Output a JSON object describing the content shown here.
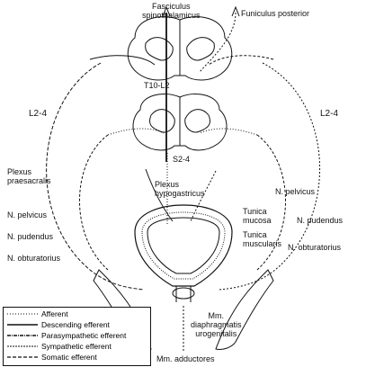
{
  "labels": {
    "fasciculus_spinothalamicus": "Fasciculus\nspinothalamicus",
    "funiculus_posterior": "Funiculus posterior",
    "t10_l2": "T10-L2",
    "l2_4_left": "L2-4",
    "l2_4_right": "L2-4",
    "s2_4": "S2-4",
    "plexus_praesacralis": "Plexus\npraesacralis",
    "plexus_hypogastricus": "Plexus\nhypogastricus",
    "n_pelvicus_left": "N. pelvicus",
    "n_pelvicus_right": "N. pelvicus",
    "tunica_mucosa": "Tunica\nmucosa",
    "tunica_muscularis": "Tunica\nmuscularis",
    "n_pudendus_left": "N. pudendus",
    "n_pudendus_right": "N. pudendus",
    "n_obturatorius_left": "N. obturatorius",
    "n_obturatorius_right": "N. obturatorius",
    "mm_diaphragmatis": "Mm.\ndiaphragmatis\nurogenitalis",
    "mm_adductores": "Mm. adductores"
  },
  "legend": [
    {
      "label": "Afferent",
      "style": "afferent"
    },
    {
      "label": "Descending efferent",
      "style": "descending"
    },
    {
      "label": "Parasympathetic efferent",
      "style": "parasympathetic"
    },
    {
      "label": "Sympathetic efferent",
      "style": "sympathetic"
    },
    {
      "label": "Somatic efferent",
      "style": "somatic"
    }
  ],
  "colors": {
    "ink": "#111111",
    "background": "#ffffff"
  }
}
